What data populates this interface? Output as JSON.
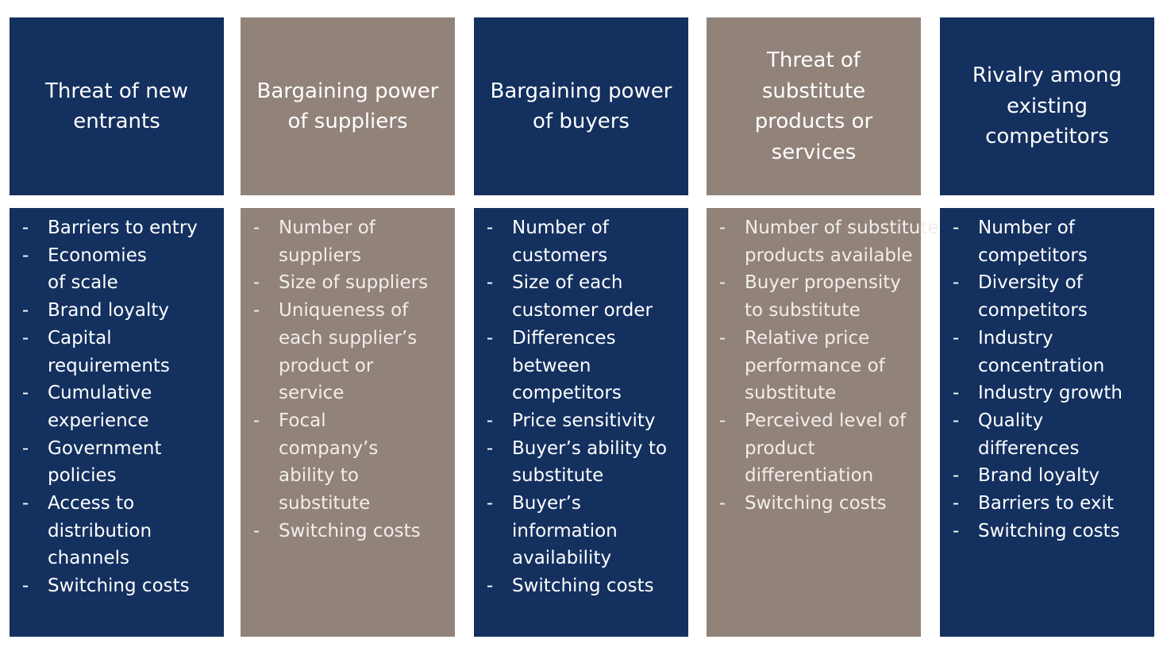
{
  "colors": {
    "navy": "#13305f",
    "taupe": "#918379",
    "text": "#ffffff"
  },
  "columns": [
    {
      "theme": "navy",
      "title": "Threat of new entrants",
      "items": [
        "Barriers to entry",
        "Economies of scale",
        "Brand loyalty",
        "Capital requirements",
        "Cumulative experience",
        "Government policies",
        "Access to distribution channels",
        "Switching costs"
      ]
    },
    {
      "theme": "taupe",
      "title": "Bargaining power of suppliers",
      "items": [
        "Number of suppliers",
        "Size of suppliers",
        "Uniqueness of each supplier’s product or service",
        "Focal company’s ability to substitute",
        "Switching costs"
      ]
    },
    {
      "theme": "navy",
      "title": "Bargaining power of buyers",
      "items": [
        "Number of customers",
        "Size of each customer order",
        "Differences between competitors",
        "Price sensitivity",
        "Buyer’s ability to substitute",
        "Buyer’s information availability",
        "Switching costs"
      ]
    },
    {
      "theme": "taupe",
      "title": "Threat of substitute products or services",
      "items": [
        "Number of substitute products available",
        "Buyer propensity to substitute",
        "Relative price performance of substitute",
        "Perceived level of product differentiation",
        "Switching costs"
      ]
    },
    {
      "theme": "navy",
      "title": "Rivalry among existing competitors",
      "items": [
        "Number of competitors",
        "Diversity of competitors",
        "Industry concentration",
        "Industry growth",
        "Quality differences",
        "Brand loyalty",
        "Barriers to exit",
        "Switching costs"
      ]
    }
  ],
  "bullet_symbol": "-"
}
